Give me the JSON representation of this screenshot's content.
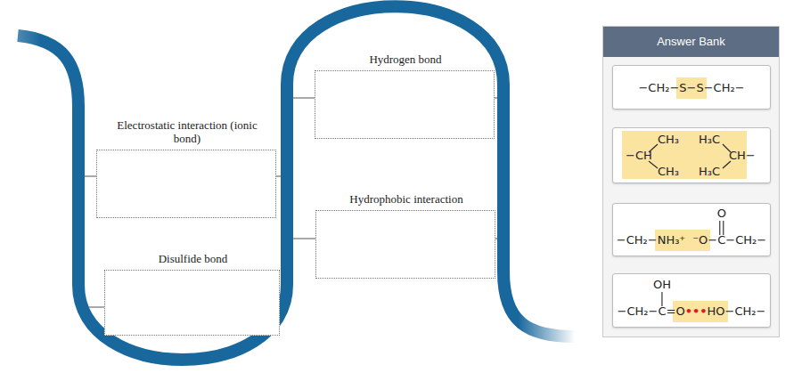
{
  "diagram": {
    "nodes": [
      {
        "text": [
          "Hydrogen bond"
        ]
      },
      {
        "text": [
          "Electrostatic interaction (ionic bond)"
        ]
      },
      {
        "text": [
          "Hydrophobic interaction"
        ]
      },
      {
        "text": [
          "Disulfide bond"
        ]
      },
      {
        "text": [
          "Answer Bank"
        ]
      },
      {
        "text": [
          "−CH₂−",
          "S−S",
          "−CH₂−"
        ],
        "in": 4
      },
      {
        "text": [
          "−CH",
          "CH₃",
          "CH₃",
          "H₃C",
          "H₃C",
          "CH−"
        ],
        "in": 4
      },
      {
        "text": [
          "O",
          "−CH₂−",
          "NH₃⁺",
          "⁻O",
          "−",
          "C",
          "−CH₂−"
        ],
        "in": 4
      },
      {
        "text": [
          "OH",
          "−CH₂−",
          "C",
          "=",
          "O",
          "•••",
          "HO",
          "−CH₂−"
        ],
        "in": 4
      }
    ]
  }
}
